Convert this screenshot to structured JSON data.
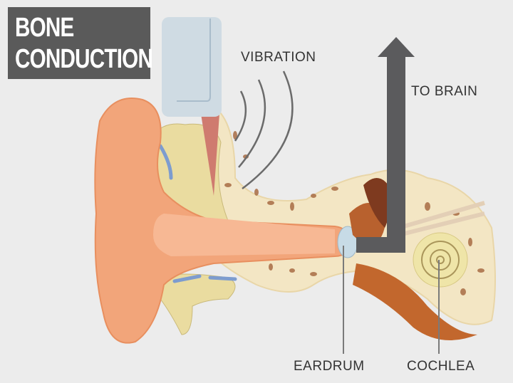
{
  "title": {
    "line1": "BONE",
    "line2": "CONDUCTION"
  },
  "labels": {
    "vibration": "VIBRATION",
    "to_brain": "TO BRAIN",
    "eardrum": "EARDRUM",
    "cochlea": "COCHLEA"
  },
  "colors": {
    "background": "#ececec",
    "title_box": "#5a5a5a",
    "arrow": "#5b5b5d",
    "device": "#cfdbe3",
    "outer_ear": "#f2a57a",
    "bone": "#f3e6c4",
    "cartilage": "#eadca0",
    "cochlea": "#efe5a8"
  }
}
